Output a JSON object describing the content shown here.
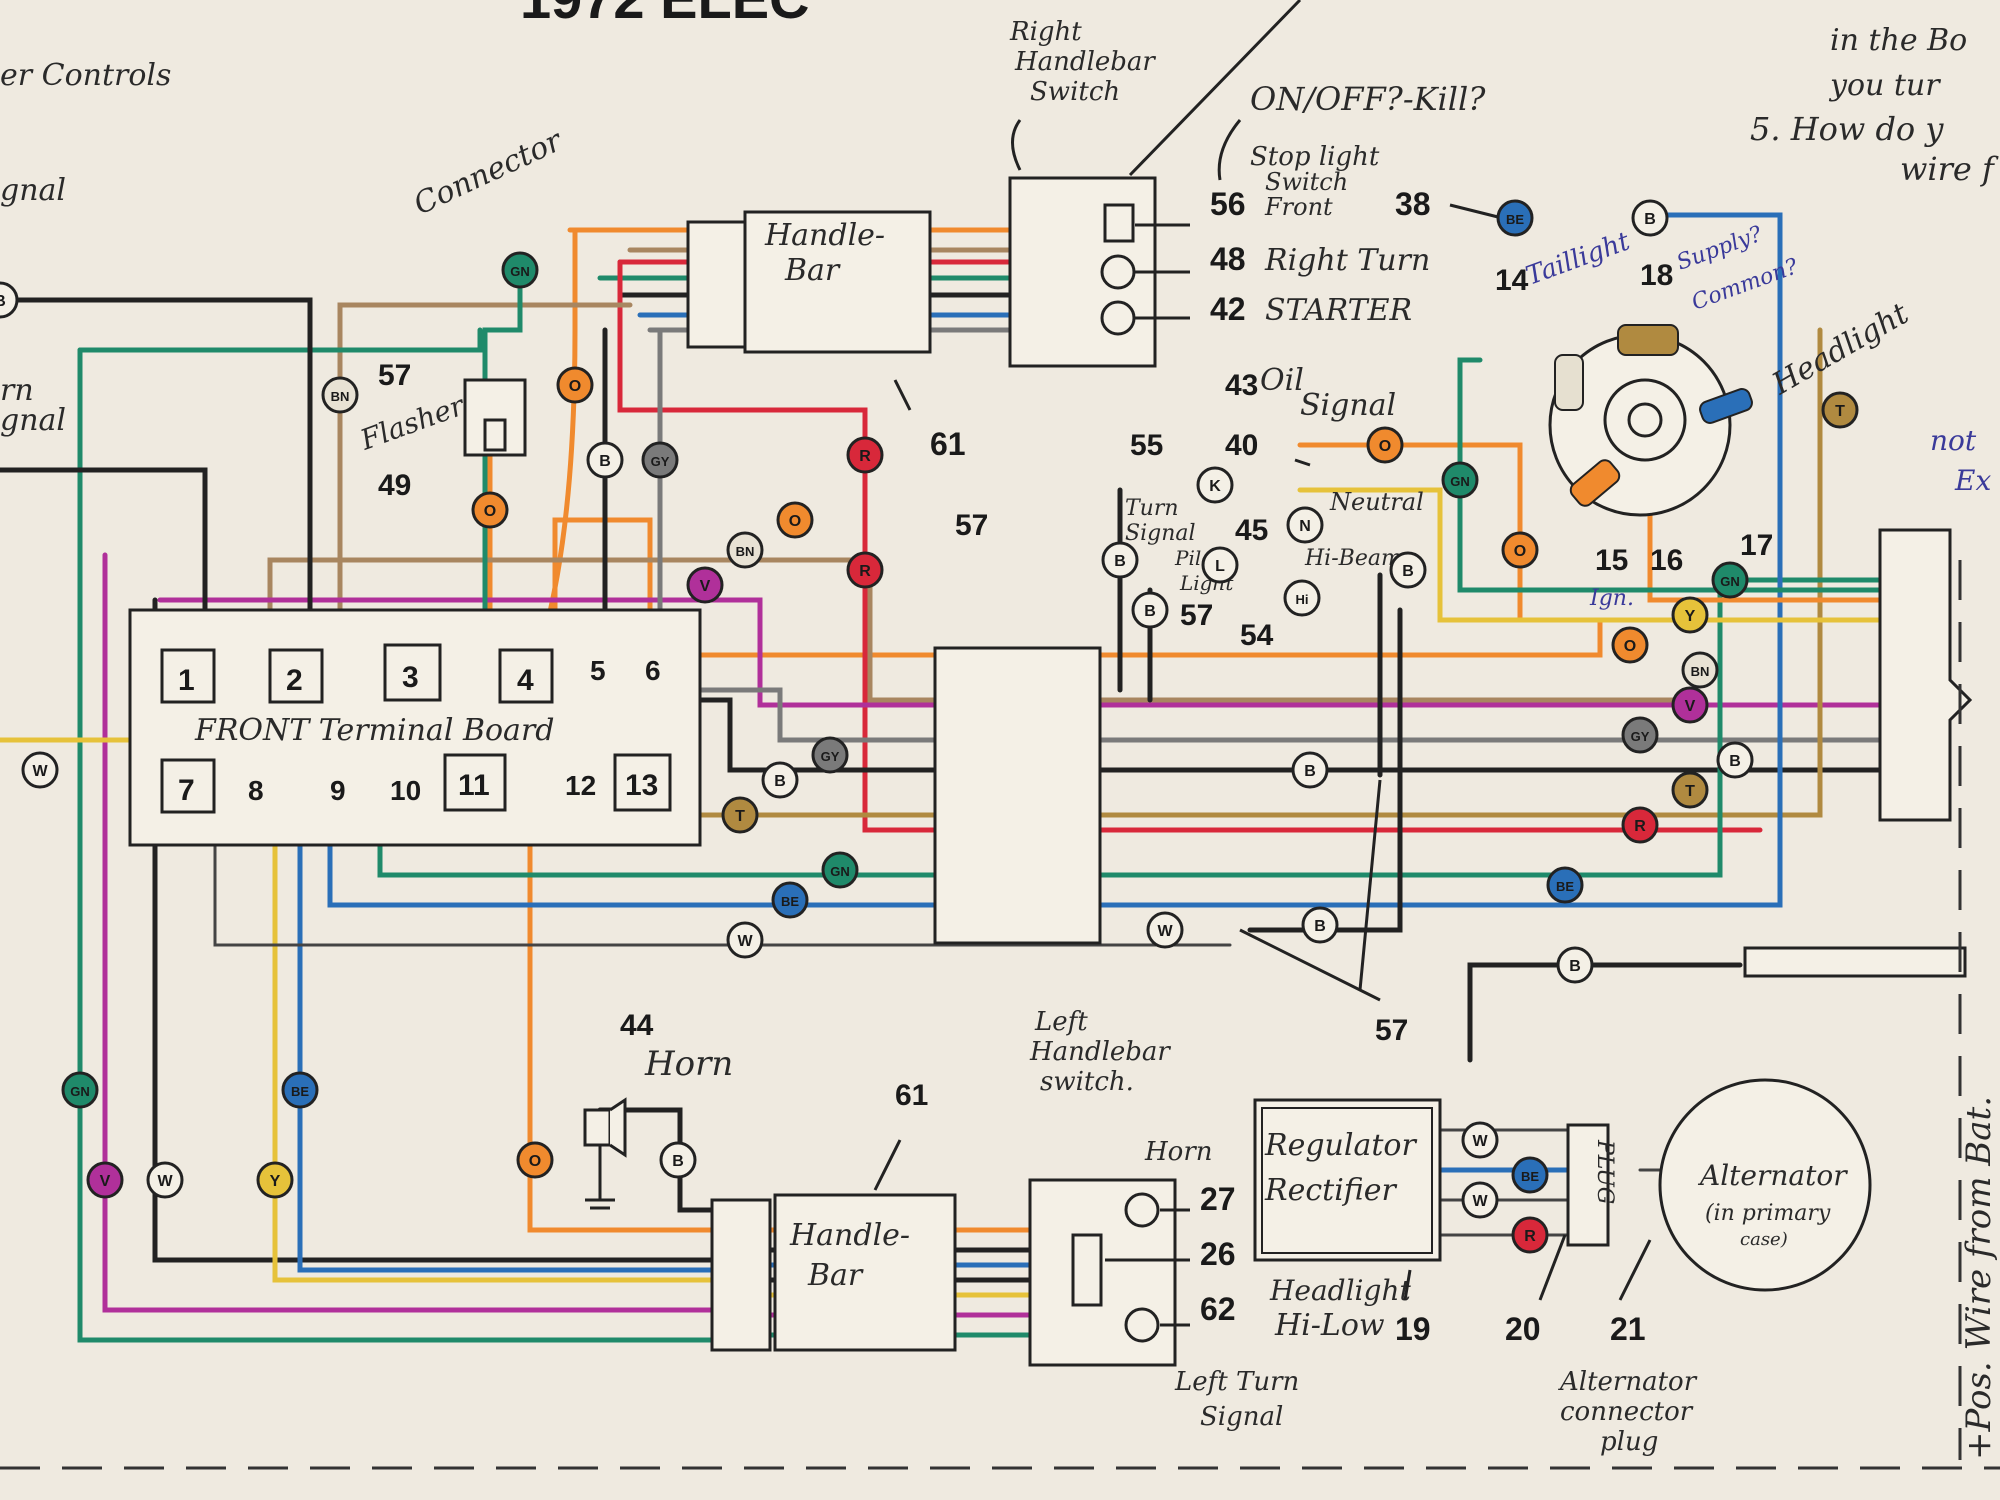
{
  "title_fragment": "1972 ELEC",
  "labels": {
    "right_handlebar_switch": [
      "Right",
      "Handlebar",
      "Switch"
    ],
    "on_off_kill": "ON/OFF?-Kill?",
    "stop_light_switch": [
      "Stop light",
      "Switch",
      "Front"
    ],
    "right_turn": "Right Turn",
    "starter": "STARTER",
    "handle_bar_top": [
      "Handle-",
      "Bar"
    ],
    "handle_bar_bottom": [
      "Handle-",
      "Bar"
    ],
    "connector": "Connector",
    "flasher": "Flasher",
    "front_terminal_board": "FRONT Terminal Board",
    "oil_signal": [
      "Oil",
      "Signal"
    ],
    "neutral": "Neutral",
    "hi_beam": "Hi-Beam",
    "turn_signal_pilot_light": [
      "Turn",
      "Signal",
      "Pilot",
      "Light"
    ],
    "taillight": "Taillight",
    "supply_common": [
      "Supply?",
      "Common?"
    ],
    "headlight": "Headlight",
    "ign": "Ign.",
    "horn_top": "Horn",
    "horn_side": "Horn",
    "left_handlebar_switch": [
      "Left",
      "Handlebar",
      "switch."
    ],
    "headlight_hi_low": [
      "Headlight",
      "Hi-Low"
    ],
    "left_turn_signal": [
      "Left Turn",
      "Signal"
    ],
    "regulator_rectifier": [
      "Regulator",
      "Rectifier"
    ],
    "plug": "PLUG",
    "alternator": [
      "Alternator",
      "(in primary",
      "case)"
    ],
    "alternator_connector_plug": [
      "Alternator",
      "connector",
      "plug"
    ],
    "pos_wire": "+Pos. Wire from Bat.",
    "left_edge_fragments": [
      "er Controls",
      "gnal",
      "rn",
      "gnal"
    ],
    "right_edge_notes": [
      "in the Bo",
      "you tur",
      "5. How do y",
      "wire f"
    ],
    "right_edge_fragments": [
      "not",
      "Ex"
    ]
  },
  "ref_numbers": {
    "n56": "56",
    "n48": "48",
    "n42": "42",
    "n38": "38",
    "n61_top": "61",
    "n61_bottom": "61",
    "n57_connector": "57",
    "n49": "49",
    "n57_mid": "57",
    "n57_pilot": "57",
    "n57_bottom": "57",
    "n55": "55",
    "n43": "43",
    "n40": "40",
    "n45": "45",
    "n54": "54",
    "n14": "14",
    "n18": "18",
    "n15": "15",
    "n16": "16",
    "n17": "17",
    "n44": "44",
    "n27": "27",
    "n26": "26",
    "n62": "62",
    "n19": "19",
    "n20": "20",
    "n21": "21"
  },
  "terminals": [
    "1",
    "2",
    "3",
    "4",
    "5",
    "6",
    "7",
    "8",
    "9",
    "10",
    "11",
    "12",
    "13"
  ],
  "wire_tags": {
    "GN": "GN",
    "BN": "BN",
    "O": "O",
    "B": "B",
    "GY": "GY",
    "R": "R",
    "V": "V",
    "Y": "Y",
    "T": "T",
    "W": "W",
    "BE": "BE",
    "K": "K",
    "N": "N",
    "L": "L",
    "Hi": "Hi"
  },
  "colors": {
    "orange": "#f08a2e",
    "red": "#d8283a",
    "green": "#1f8a6a",
    "blue": "#2a6fb8",
    "violet": "#b0309a",
    "brown": "#a88660",
    "yellow": "#e6c23a",
    "gray": "#7a7a7a",
    "tan": "#b08a40",
    "black": "#222222",
    "pink": "#e86a9a"
  }
}
